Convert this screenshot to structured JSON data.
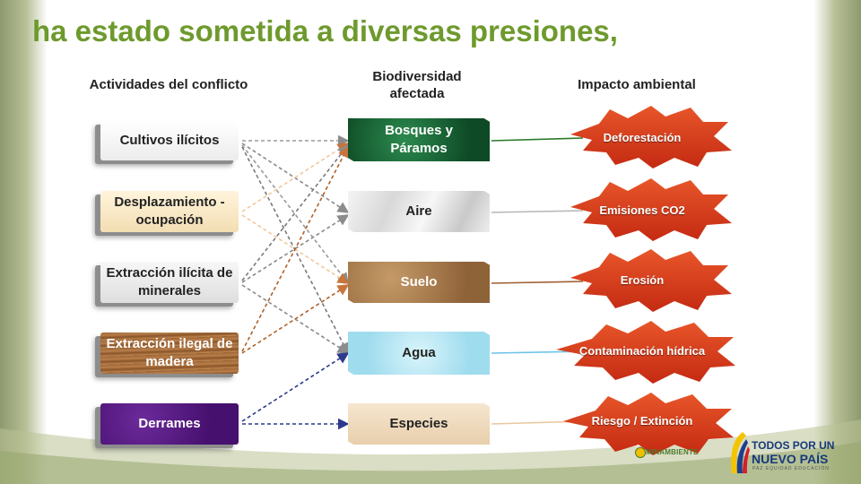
{
  "title": "ha estado sometida a diversas presiones,",
  "headers": {
    "activities": "Actividades del conflicto",
    "biodiversity": "Biodiversidad afectada",
    "impact": "Impacto ambiental"
  },
  "activities": [
    "Cultivos ilícitos",
    "Desplazamiento - ocupación",
    "Extracción ilícita de minerales",
    "Extracción ilegal de madera",
    "Derrames"
  ],
  "biodiversity": [
    "Bosques y Páramos",
    "Aire",
    "Suelo",
    "Agua",
    "Especies"
  ],
  "impacts": [
    "Deforestación",
    "Emisiones CO2",
    "Erosión",
    "Contaminación hídrica",
    "Riesgo / Extinción"
  ],
  "logos": {
    "minambiente": "MINAMBIENTE",
    "todos_line1": "TODOS POR UN",
    "todos_line2": "NUEVO PAÍS",
    "todos_line3": "PAZ  EQUIDAD  EDUCACIÓN"
  },
  "colors": {
    "title": "#6e9a2d"
  }
}
